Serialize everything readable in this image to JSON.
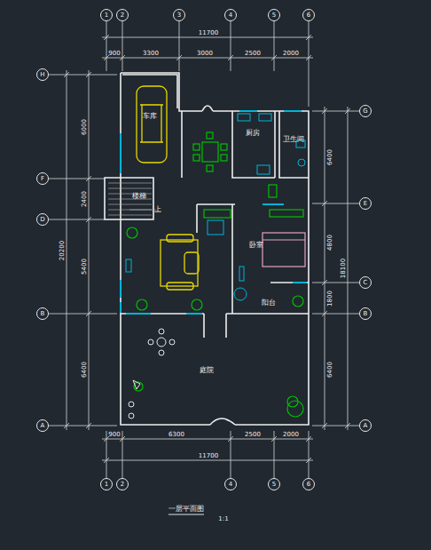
{
  "diagram": {
    "caption": "一层平面图",
    "nodes": [
      {
        "text": [
          "1"
        ]
      },
      {
        "text": [
          "2"
        ]
      },
      {
        "text": [
          "3"
        ]
      },
      {
        "text": [
          "4"
        ]
      },
      {
        "text": [
          "5"
        ]
      },
      {
        "text": [
          "6"
        ]
      },
      {
        "text": [
          "1"
        ]
      },
      {
        "text": [
          "2"
        ]
      },
      {
        "text": [
          "4"
        ]
      },
      {
        "text": [
          "5"
        ]
      },
      {
        "text": [
          "6"
        ]
      },
      {
        "text": [
          "H"
        ]
      },
      {
        "text": [
          "F"
        ]
      },
      {
        "text": [
          "D"
        ]
      },
      {
        "text": [
          "B"
        ]
      },
      {
        "text": [
          "A"
        ]
      },
      {
        "text": [
          "G"
        ]
      },
      {
        "text": [
          "E"
        ]
      },
      {
        "text": [
          "C"
        ]
      },
      {
        "text": [
          "B"
        ]
      },
      {
        "text": [
          "A"
        ]
      }
    ],
    "labels": [
      "11700",
      "900",
      "3300",
      "3000",
      "2500",
      "2000",
      "900",
      "6300",
      "2500",
      "2000",
      "11700",
      "6000",
      "2400",
      "5400",
      "6400",
      "20200",
      "6400",
      "4800",
      "1800",
      "6400",
      "18100",
      "车库",
      "厨房",
      "卫生间",
      "楼梯",
      "上",
      "卧室",
      "阳台",
      "庭院",
      "1:1"
    ]
  }
}
